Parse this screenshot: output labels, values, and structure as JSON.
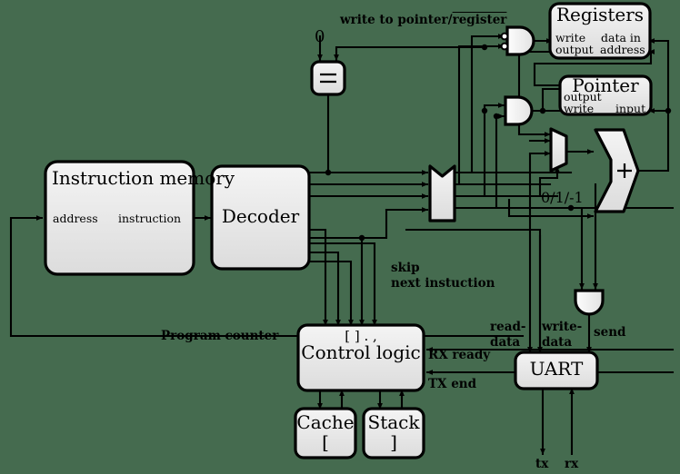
{
  "diagram": {
    "title": "CPU datapath block diagram",
    "background_color": "#456b4f",
    "box_fill": "#e8e8e8",
    "line_color": "#000000",
    "blocks": [
      {
        "id": "instruction_memory",
        "label": "Instruction memory",
        "ports": {
          "left": "address",
          "right": "instruction"
        }
      },
      {
        "id": "decoder",
        "label": "Decoder",
        "ports": {}
      },
      {
        "id": "registers",
        "label": "Registers",
        "ports": {
          "left_top": "write",
          "left_bottom": "output",
          "right_top": "data in",
          "right_bottom": "address"
        }
      },
      {
        "id": "pointer",
        "label": "Pointer",
        "ports": {
          "left_top": "output",
          "left_bottom": "write",
          "right_bottom": "input"
        }
      },
      {
        "id": "control_logic",
        "label": "Control logic",
        "header": "[ ] . ,"
      },
      {
        "id": "cache",
        "label": "Cache",
        "sub": "["
      },
      {
        "id": "stack",
        "label": "Stack",
        "sub": "]"
      },
      {
        "id": "uart",
        "label": "UART"
      },
      {
        "id": "comparator",
        "label": "="
      },
      {
        "id": "alu",
        "label": "+"
      }
    ],
    "wire_labels": [
      {
        "id": "write_to_ptr_reg",
        "text_plain": "write to pointer/",
        "text_overlined": "register"
      },
      {
        "id": "zero_const",
        "text": "0"
      },
      {
        "id": "alu_const",
        "text": "0/1/-1"
      },
      {
        "id": "skip_next",
        "line1": "skip",
        "line2": "next instuction"
      },
      {
        "id": "program_counter",
        "text": "Program counter"
      },
      {
        "id": "read_data",
        "line1": "read-",
        "line2": "data"
      },
      {
        "id": "write_data",
        "line1": "write-",
        "line2": "data"
      },
      {
        "id": "send",
        "text": "send"
      },
      {
        "id": "rx_ready",
        "text": "RX ready"
      },
      {
        "id": "tx_end",
        "text": "TX end"
      },
      {
        "id": "tx",
        "text": "tx"
      },
      {
        "id": "rx",
        "text": "rx"
      }
    ],
    "gates": [
      {
        "id": "and_gate_registers",
        "type": "and",
        "inverted_inputs": 2
      },
      {
        "id": "and_gate_pointer",
        "type": "and",
        "inverted_inputs": 0
      },
      {
        "id": "and_gate_send",
        "type": "and",
        "inverted_inputs": 0
      },
      {
        "id": "or_gate_skip",
        "type": "or"
      },
      {
        "id": "mux_alu_input",
        "type": "mux"
      }
    ]
  }
}
